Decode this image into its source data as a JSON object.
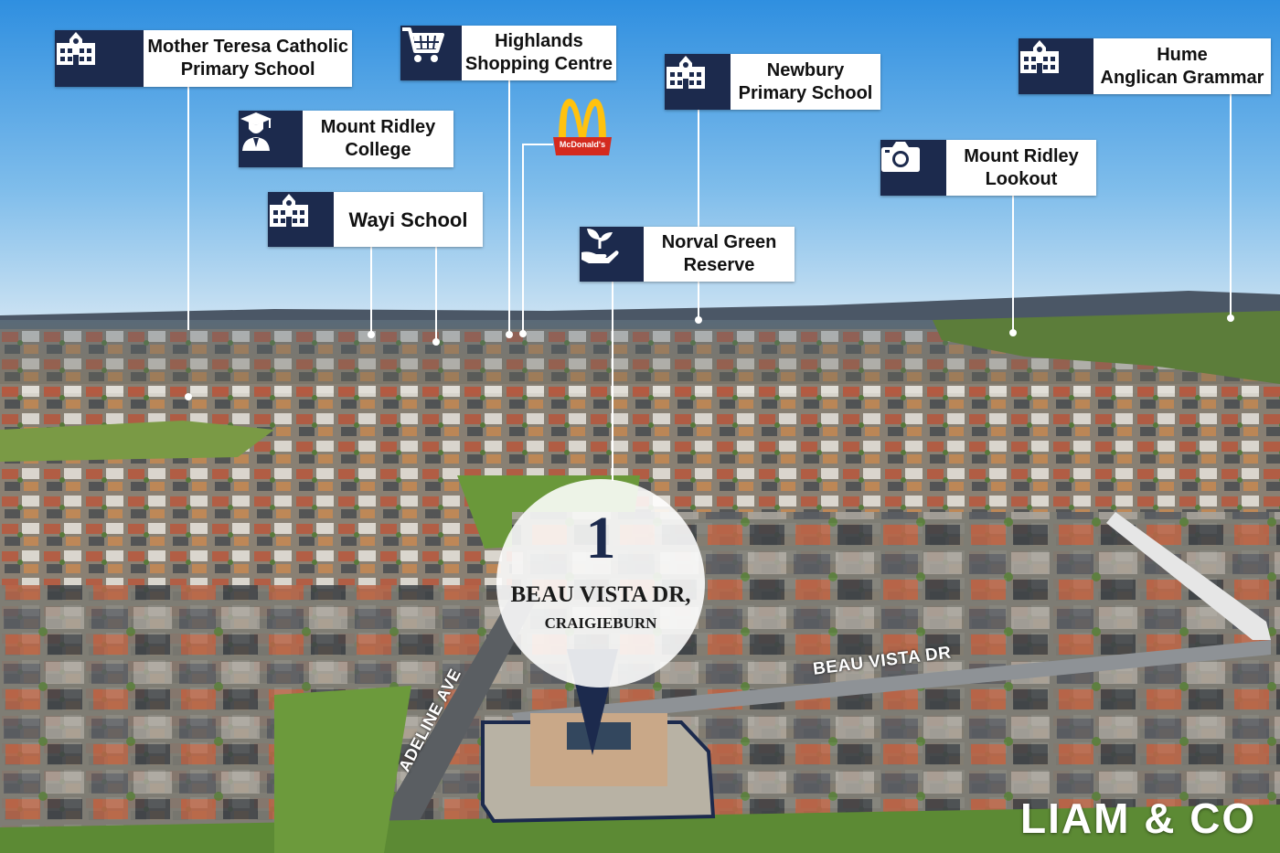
{
  "labels": {
    "mother_teresa": {
      "line1": "Mother Teresa Catholic",
      "line2": "Primary School",
      "icon": "school-icon"
    },
    "mount_ridley_college": {
      "line1": "Mount Ridley",
      "line2": "College",
      "icon": "graduate-icon"
    },
    "wayi_school": {
      "line1": "Wayi School",
      "icon": "school-icon"
    },
    "highlands": {
      "line1": "Highlands",
      "line2": "Shopping Centre",
      "icon": "shopping-cart-icon"
    },
    "newbury": {
      "line1": "Newbury",
      "line2": "Primary School",
      "icon": "school-icon"
    },
    "norval_green": {
      "line1": "Norval Green",
      "line2": "Reserve",
      "icon": "plant-in-hand-icon"
    },
    "hume_anglican": {
      "line1": "Hume",
      "line2": "Anglican Grammar",
      "icon": "school-icon"
    },
    "mount_ridley_lookout": {
      "line1": "Mount Ridley",
      "line2": "Lookout",
      "icon": "camera-icon"
    }
  },
  "mcdonalds": {
    "text": "McDonald's",
    "icon": "mcdonalds-logo"
  },
  "property": {
    "number": "1",
    "street": "BEAU VISTA DR,",
    "suburb": "CRAIGIEBURN"
  },
  "roads": {
    "beau_vista": "BEAU VISTA DR",
    "adeline": "ADELINE AVE"
  },
  "brand": {
    "name": "LIAM & CO"
  },
  "colors": {
    "navy": "#1c2a4d",
    "sky": "#3a93dc",
    "mcdonalds_red": "#d42a1e",
    "mcdonalds_yellow": "#ffc20e"
  }
}
